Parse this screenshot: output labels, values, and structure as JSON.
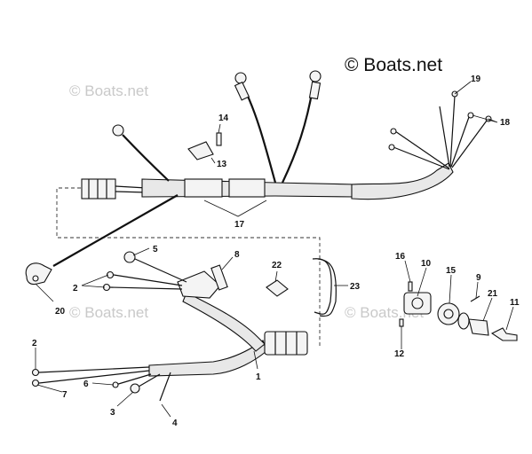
{
  "watermarks": {
    "main": "© Boats.net",
    "faint": "© Boats.net"
  },
  "callouts": {
    "p1": "1",
    "p2a": "2",
    "p2b": "2",
    "p3": "3",
    "p4": "4",
    "p5": "5",
    "p6": "6",
    "p7": "7",
    "p8": "8",
    "p9": "9",
    "p10": "10",
    "p11": "11",
    "p12": "12",
    "p13": "13",
    "p14": "14",
    "p15": "15",
    "p16": "16",
    "p17": "17",
    "p18": "18",
    "p19": "19",
    "p20": "20",
    "p21": "21",
    "p22": "22",
    "p23": "23"
  }
}
